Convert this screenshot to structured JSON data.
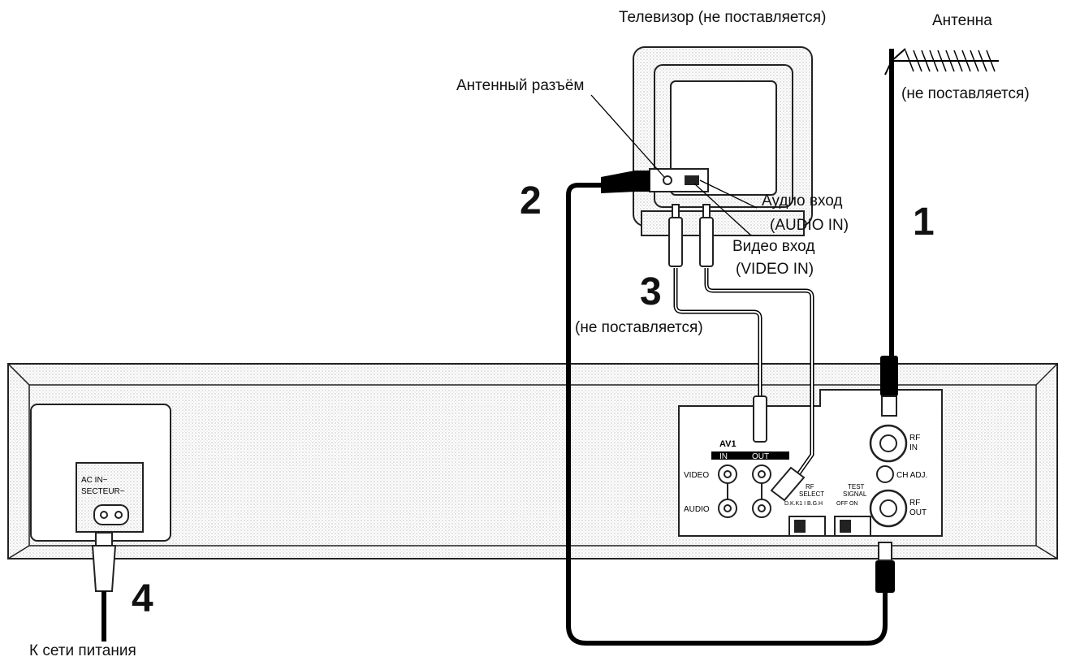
{
  "labels": {
    "tv": "Телевизор (не поставляется)",
    "antenna": "Антенна",
    "antenna_not_supplied": "(не поставляется)",
    "antenna_socket": "Антенный разъём",
    "audio_in_ru": "Аудио вход",
    "audio_in_en": "(AUDIO IN)",
    "video_in_ru": "Видео вход",
    "video_in_en": "(VIDEO IN)",
    "cable_not_supplied": "(не поставляется)",
    "mains": "К сети питания"
  },
  "steps": [
    "1",
    "2",
    "3",
    "4"
  ],
  "panel": {
    "ac_in": "AC IN~",
    "secteur": "SECTEUR~",
    "av1": "AV1",
    "in": "IN",
    "out": "OUT",
    "video": "VIDEO",
    "audio": "AUDIO",
    "rf_in_1": "RF",
    "rf_in_2": "IN",
    "ch_adj": "CH ADJ.",
    "rf_out_1": "RF",
    "rf_out_2": "OUT",
    "rf_select_1": "RF",
    "rf_select_2": "SELECT",
    "rf_select_3": "D.K.K1 I  B.G.H",
    "test_signal_1": "TEST",
    "test_signal_2": "SIGNAL",
    "test_signal_3": "OFF    ON"
  }
}
